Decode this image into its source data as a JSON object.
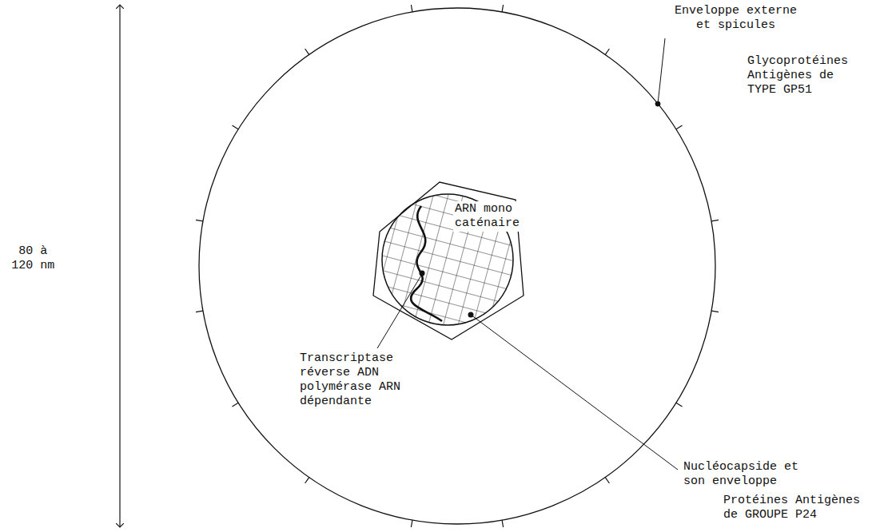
{
  "diagram": {
    "nodes": [
      {
        "text": [
          "ARN mono caténaire"
        ]
      }
    ],
    "labels": [
      "80 à 120 nm",
      "Enveloppe externe et spicules",
      "Glycoprotéines Antigènes de TYPE GP51",
      "Transcriptase réverse ADN polymérase ARN dépendante",
      "Nucléocapside et son enveloppe",
      "Protéines Antigènes de GROUPE P24"
    ]
  }
}
